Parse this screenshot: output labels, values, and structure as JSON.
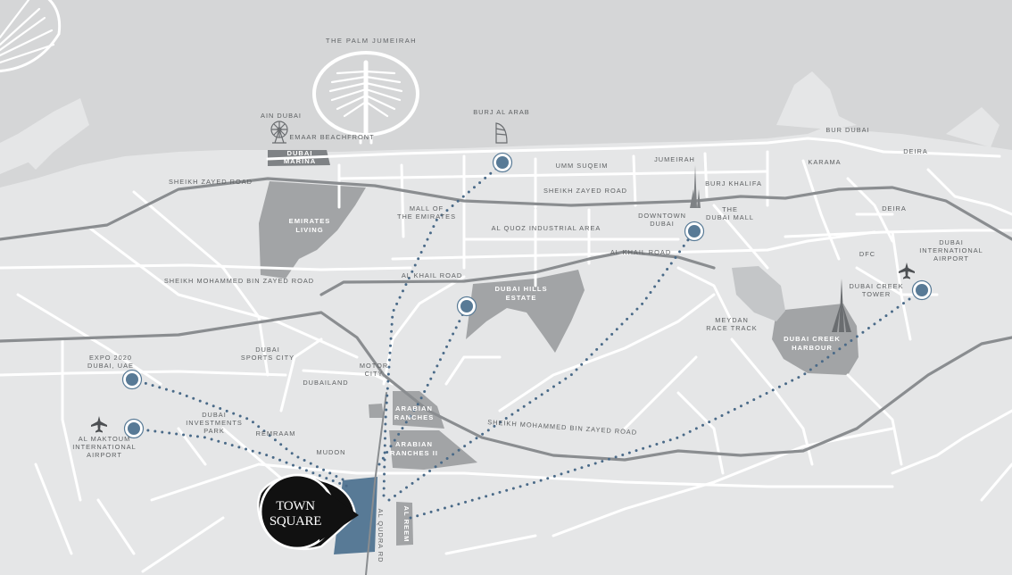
{
  "map": {
    "colors": {
      "sea": "#d5d6d7",
      "land": "#e5e6e7",
      "minor_road": "#ffffff",
      "major_road": "#8a8d90",
      "district": "#a2a4a6",
      "dark_district": "#7f8285",
      "route_dots": "#4a6a88",
      "marker": "#587a96",
      "highlight": "#587a96",
      "label": "#5d6062",
      "callout": "#111111"
    },
    "sea_labels": {
      "palm": "THE PALM JUMEIRAH"
    },
    "roads": {
      "szr_north": "SHEIKH ZAYED ROAD",
      "szr_central": "SHEIKH ZAYED ROAD",
      "smbz_west": "SHEIKH MOHAMMED BIN ZAYED ROAD",
      "smbz_south": "SHEIKH MOHAMMED BIN ZAYED ROAD",
      "al_khail_west": "AL KHAIL ROAD",
      "al_khail_east": "AL KHAIL ROAD",
      "al_qudra": "AL QUDRA RD"
    },
    "places": {
      "ain_dubai": "AIN DUBAI",
      "emaar_beachfront": "EMAAR BEACHFRONT",
      "burj_al_arab": "BURJ AL ARAB",
      "umm_suqeim": "UMM SUQEIM",
      "jumeirah": "JUMEIRAH",
      "bur_dubai": "BUR DUBAI",
      "deira_top": "DEIRA",
      "karama": "KARAMA",
      "burj_khalifa": "BURJ KHALIFA",
      "deira": "DEIRA",
      "dubai_intl_airport": [
        "DUBAI",
        "INTERNATIONAL",
        "AIRPORT"
      ],
      "dfc": "DFC",
      "dubai_creek_tower": [
        "DUBAI CREEK",
        "TOWER"
      ],
      "downtown_dubai": [
        "DOWNTOWN",
        "DUBAI"
      ],
      "the_dubai_mall": [
        "THE",
        "DUBAI MALL"
      ],
      "mall_of_emirates": [
        "MALL OF",
        "THE EMIRATES"
      ],
      "al_quoz": "AL QUOZ INDUSTRIAL AREA",
      "meydan": [
        "MEYDAN",
        "RACE TRACK"
      ],
      "expo_2020": [
        "EXPO 2020",
        "DUBAI, UAE"
      ],
      "dubai_sports_city": [
        "DUBAI",
        "SPORTS CITY"
      ],
      "motor_city": [
        "MOTOR",
        "CITY"
      ],
      "dubailand": "DUBAILAND",
      "al_maktoum_airport": [
        "AL MAKTOUM",
        "INTERNATIONAL",
        "AIRPORT"
      ],
      "dubai_investments_park": [
        "DUBAI",
        "INVESTMENTS",
        "PARK"
      ],
      "remraam": "REMRAAM",
      "mudon": "MUDON"
    },
    "districts": {
      "dubai_marina": [
        "DUBAI",
        "MARINA"
      ],
      "emirates_living": [
        "EMIRATES",
        "LIVING"
      ],
      "dubai_hills": [
        "DUBAI HILLS",
        "ESTATE"
      ],
      "dubai_creek_harbour": [
        "DUBAI CREEK",
        "HARBOUR"
      ],
      "arabian_ranches": [
        "ARABIAN",
        "RANCHES"
      ],
      "arabian_ranches_2": [
        "ARABIAN",
        "RANCHES II"
      ],
      "al_reem": "AL REEM"
    },
    "callout": {
      "line1": "TOWN",
      "line2": "SQUARE"
    },
    "icons": {
      "ferris_wheel": "ferris-wheel-icon",
      "burj_al_arab": "burj-al-arab-icon",
      "burj_khalifa": "burj-khalifa-icon",
      "creek_tower": "creek-tower-icon",
      "airplane": "airplane-icon",
      "marker": "location-marker-icon"
    }
  }
}
